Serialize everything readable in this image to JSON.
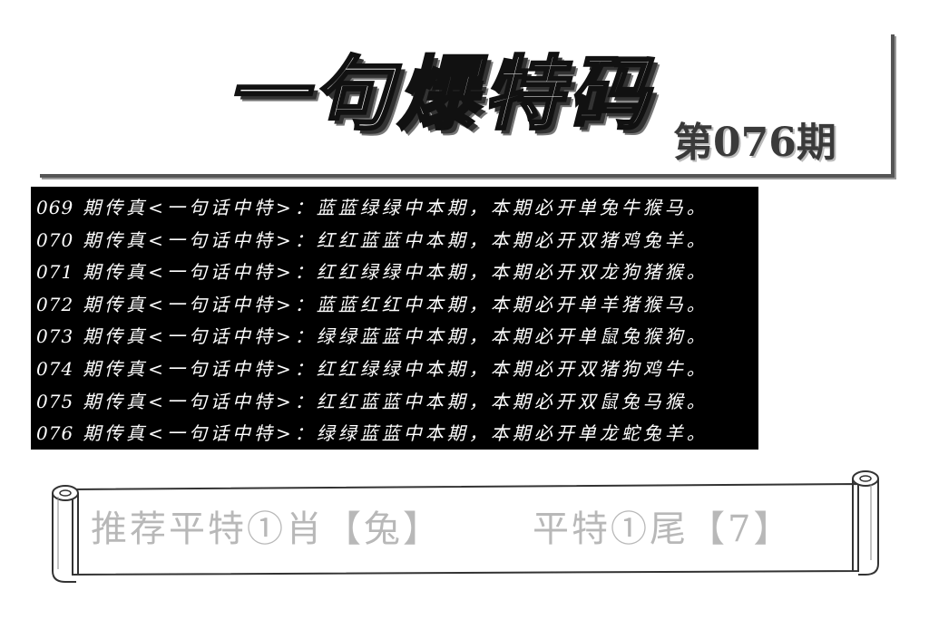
{
  "header": {
    "title": "一句爆特码",
    "issue": "第076期"
  },
  "records": [
    {
      "num": "069",
      "text": "期传真<一句话中特>：蓝蓝绿绿中本期，本期必开单兔牛猴马。"
    },
    {
      "num": "070",
      "text": "期传真<一句话中特>：红红蓝蓝中本期，本期必开双猪鸡兔羊。"
    },
    {
      "num": "071",
      "text": "期传真<一句话中特>：红红绿绿中本期，本期必开双龙狗猪猴。"
    },
    {
      "num": "072",
      "text": "期传真<一句话中特>：蓝蓝红红中本期，本期必开单羊猪猴马。"
    },
    {
      "num": "073",
      "text": "期传真<一句话中特>：绿绿蓝蓝中本期，本期必开单鼠兔猴狗。"
    },
    {
      "num": "074",
      "text": "期传真<一句话中特>：红红绿绿中本期，本期必开双猪狗鸡牛。"
    },
    {
      "num": "075",
      "text": "期传真<一句话中特>：红红蓝蓝中本期，本期必开双鼠兔马猴。"
    },
    {
      "num": "076",
      "text": "期传真<一句话中特>：绿绿蓝蓝中本期，本期必开单龙蛇兔羊。"
    }
  ],
  "recommend": {
    "zodiac": "推荐平特①肖【兔】",
    "tail": "平特①尾【7】"
  }
}
